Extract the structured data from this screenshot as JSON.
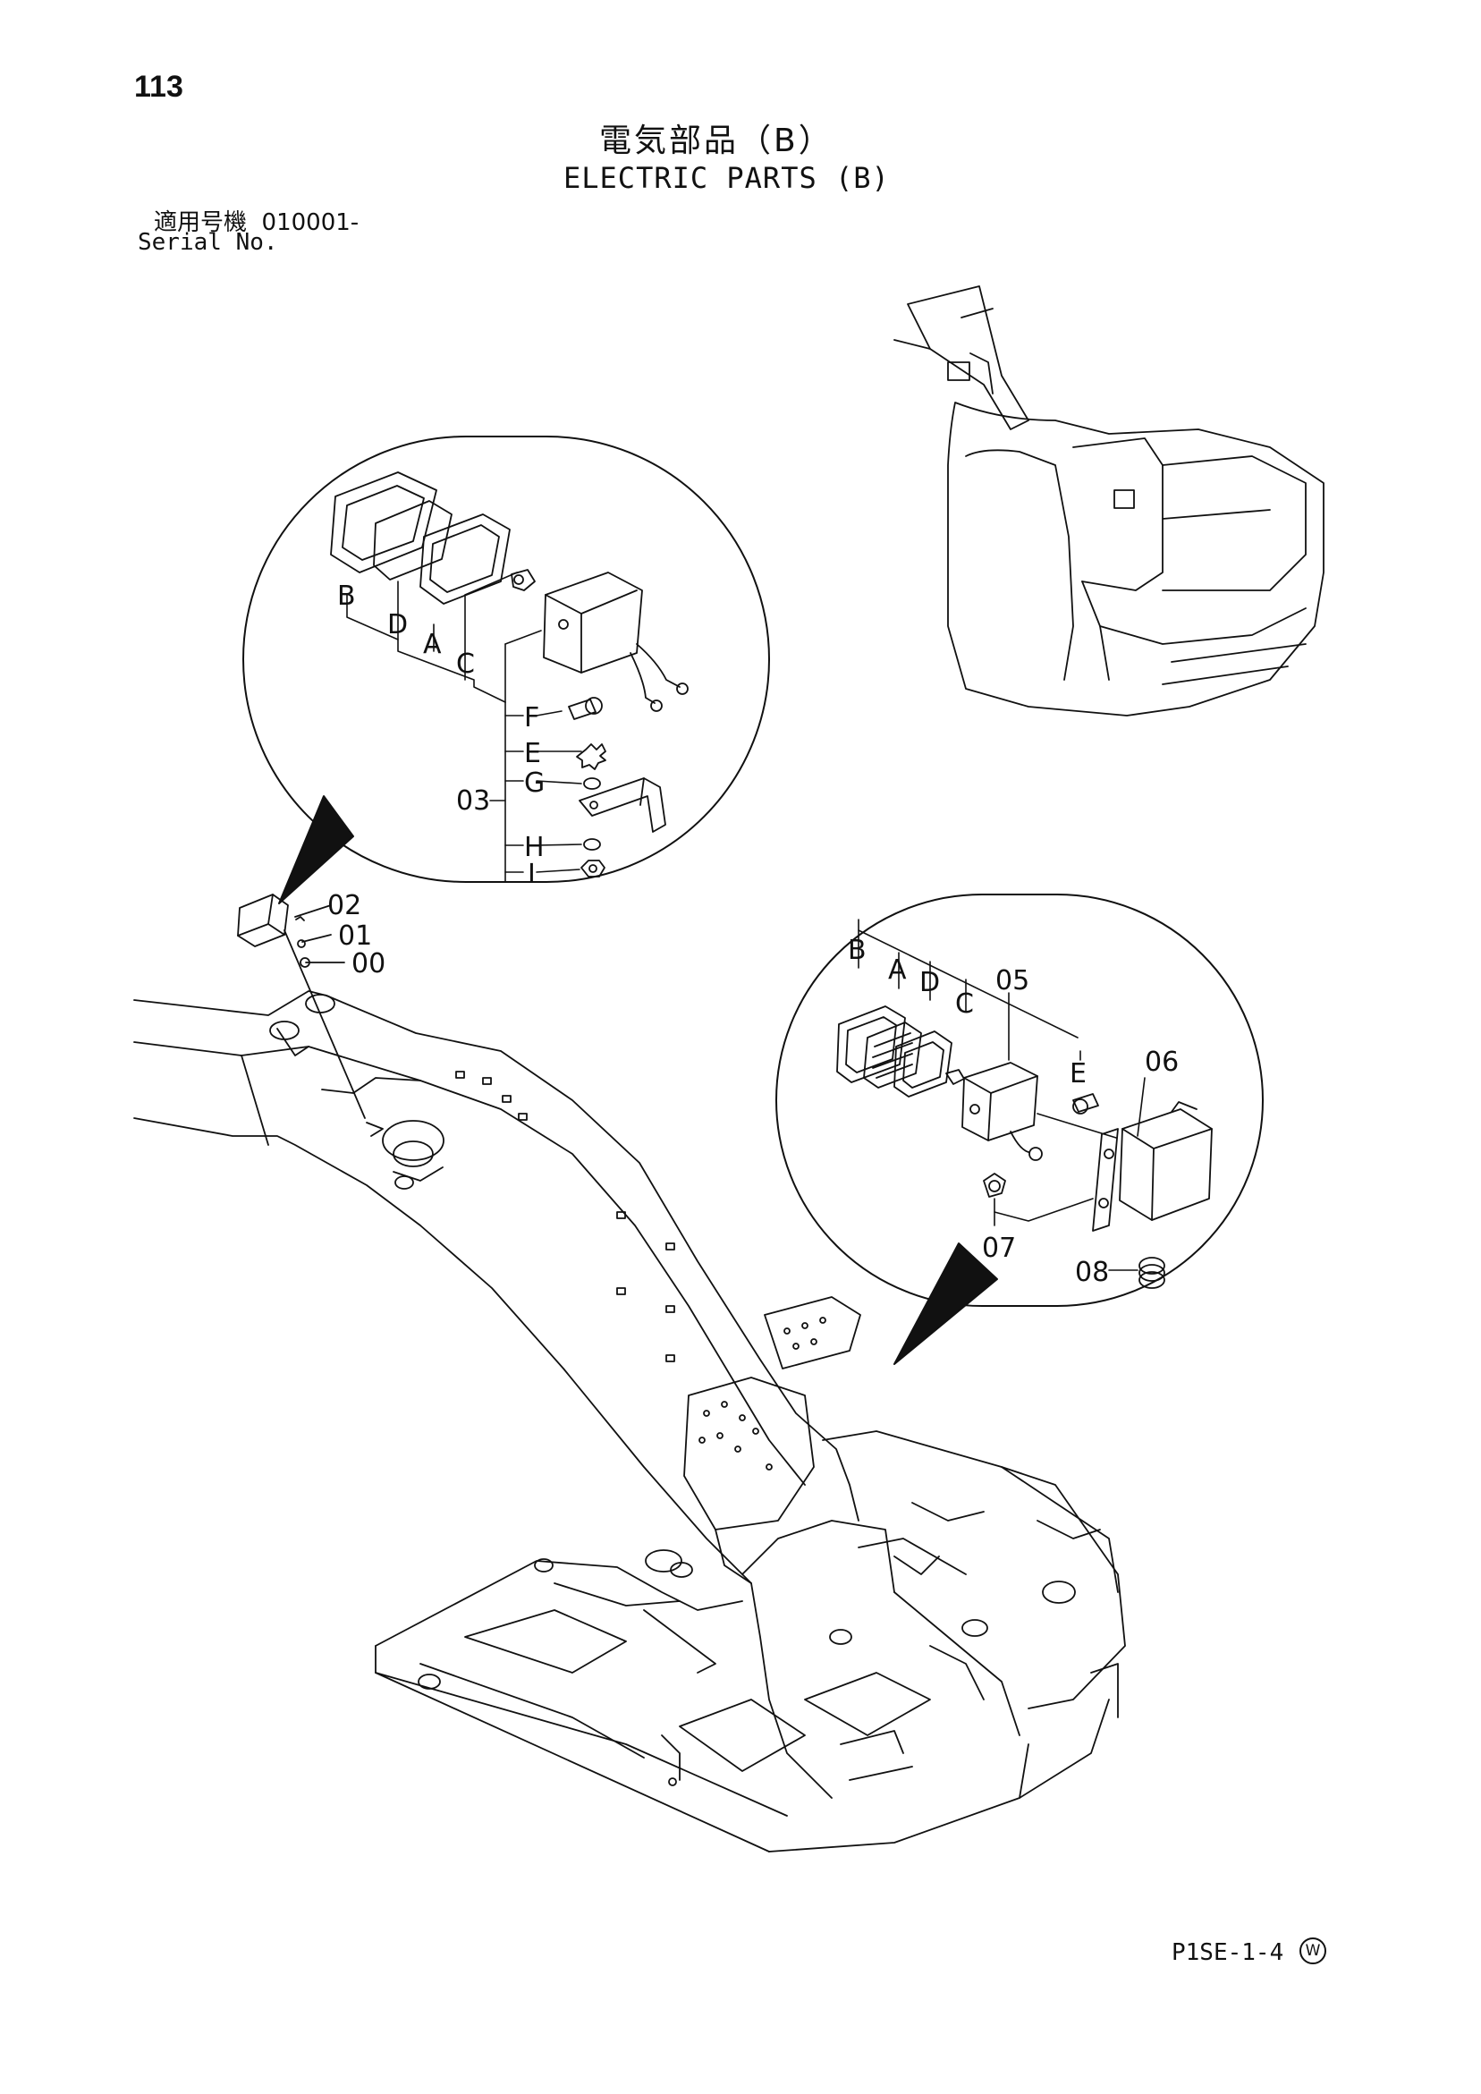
{
  "page": {
    "number": "113",
    "title_jp": "電気部品（B）",
    "title_en": "ELECTRIC PARTS (B)",
    "serial_label_jp": "適用号機",
    "serial_value": "010001-",
    "serial_label_en": "Serial No."
  },
  "callout_upper": {
    "letters": [
      "B",
      "D",
      "A",
      "C",
      "F",
      "E",
      "G",
      "H",
      "I"
    ],
    "assembly_label": "03"
  },
  "boom_lamp": {
    "labels": [
      "02",
      "01",
      "00"
    ]
  },
  "callout_lower": {
    "letters": [
      "B",
      "A",
      "D",
      "C",
      "E"
    ],
    "part_labels": [
      "05",
      "06",
      "07",
      "08"
    ]
  },
  "footer": {
    "mark": "W",
    "code": "P1SE-1-4"
  }
}
